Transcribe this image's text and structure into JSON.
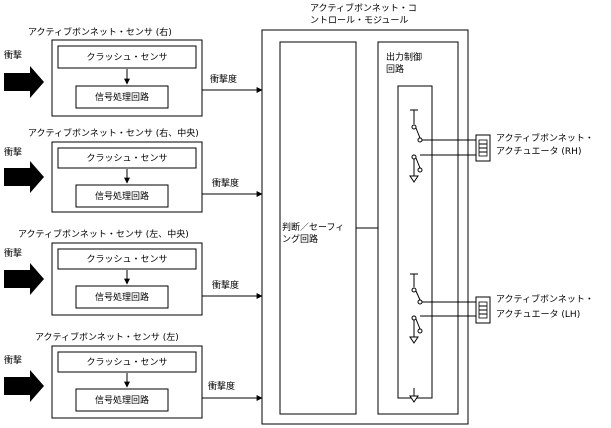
{
  "sensors": [
    {
      "title": "アクティブボンネット・センサ (右)",
      "impact": "衝撃",
      "crash": "クラッシュ・センサ",
      "proc": "信号処理回路",
      "out": "衝撃度"
    },
    {
      "title": "アクティブボンネット・センサ (右、中央)",
      "impact": "衝撃",
      "crash": "クラッシュ・センサ",
      "proc": "信号処理回路",
      "out": "衝撃度"
    },
    {
      "title": "アクティブボンネット・センサ (左、中央)",
      "impact": "衝撃",
      "crash": "クラッシュ・センサ",
      "proc": "信号処理回路",
      "out": "衝撃度"
    },
    {
      "title": "アクティブボンネット・センサ (左)",
      "impact": "衝撃",
      "crash": "クラッシュ・センサ",
      "proc": "信号処理回路",
      "out": "衝撃度"
    }
  ],
  "module": {
    "title_line1": "アクティブボンネット・コ",
    "title_line2": "ントロール・モジュール"
  },
  "judge": {
    "line1": "判断／セーフィ",
    "line2": "ング回路"
  },
  "output_ctrl": {
    "line1": "出力制御",
    "line2": "回路"
  },
  "actuators": [
    {
      "line1": "アクティブボンネット・",
      "line2": "アクチュエータ (RH)"
    },
    {
      "line1": "アクティブボンネット・",
      "line2": "アクチュエータ (LH)"
    }
  ]
}
